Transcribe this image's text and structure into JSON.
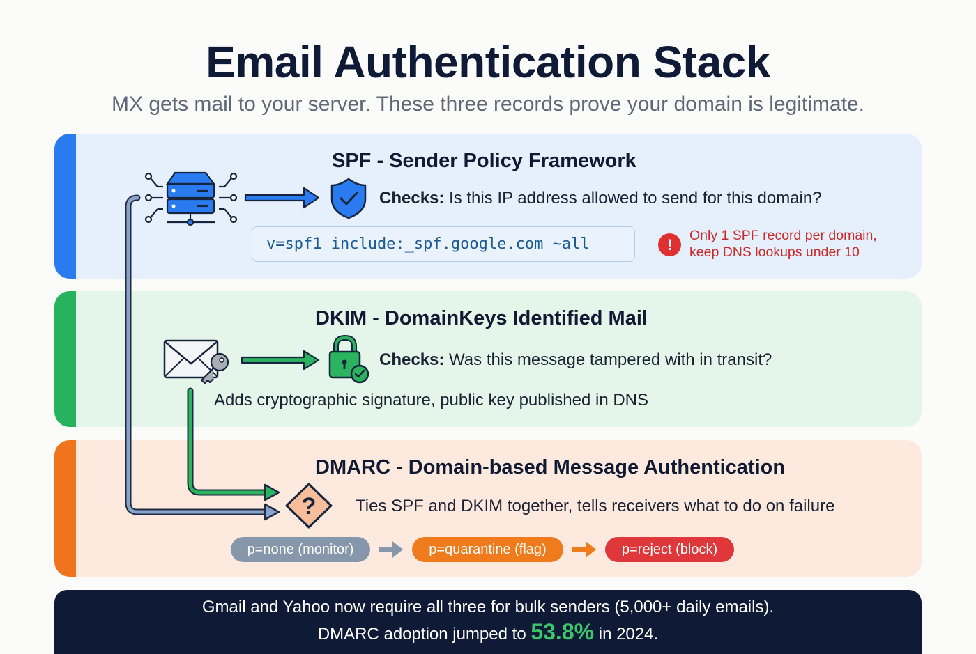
{
  "header": {
    "title": "Email Authentication Stack",
    "subtitle": "MX gets mail to your server. These three records prove your domain is legitimate."
  },
  "sections": {
    "spf": {
      "heading": "SPF - Sender Policy Framework",
      "checks_label": "Checks:",
      "checks_text": " Is this IP address allowed to send for this domain?",
      "record": "v=spf1 include:_spf.google.com ~all",
      "warning_icon": "!",
      "warning_line1": "Only 1 SPF record per domain,",
      "warning_line2": "keep DNS lookups under 10",
      "icons": [
        "server-network-icon",
        "arrow-right-icon",
        "shield-check-icon",
        "alert-icon"
      ],
      "color": "#2a7bef"
    },
    "dkim": {
      "heading": "DKIM - DomainKeys Identified Mail",
      "checks_label": "Checks:",
      "checks_text": " Was this message tampered with in transit?",
      "description": "Adds cryptographic signature, public key published in DNS",
      "icons": [
        "envelope-key-icon",
        "arrow-right-icon",
        "padlock-check-icon"
      ],
      "color": "#27b35e"
    },
    "dmarc": {
      "heading": "DMARC - Domain-based Message Authentication",
      "description": "Ties SPF and DKIM together, tells receivers what to do on failure",
      "decision_icon": "?",
      "policies": [
        {
          "label": "p=none (monitor)",
          "color": "#8797ab"
        },
        {
          "label": "p=quarantine (flag)",
          "color": "#f07b1c"
        },
        {
          "label": "p=reject (block)",
          "color": "#e0373a"
        }
      ],
      "color": "#f0731e"
    }
  },
  "footer": {
    "line1": "Gmail and Yahoo now require all three for bulk senders (5,000+ daily emails).",
    "line2_prefix": "DMARC adoption jumped to ",
    "stat": "53.8%",
    "line2_suffix": " in 2024."
  }
}
